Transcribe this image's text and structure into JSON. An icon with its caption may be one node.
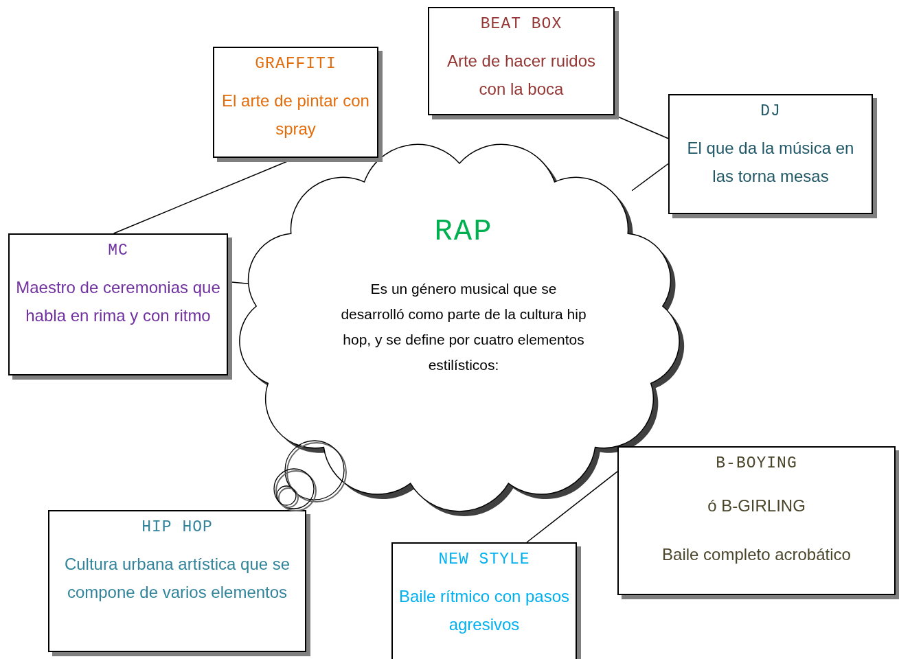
{
  "diagram": {
    "nodes": [
      {
        "text": [
          "RAP",
          "Es un género musical que se desarrolló como parte de la cultura hip hop, y se define por cuatro elementos estilísticos:"
        ]
      },
      {
        "text": [
          "GRAFFITI",
          "El arte de pintar con spray"
        ]
      },
      {
        "text": [
          "BEAT BOX",
          "Arte de hacer ruidos con la boca"
        ]
      },
      {
        "text": [
          "DJ",
          "El que da la música en las torna mesas"
        ]
      },
      {
        "text": [
          "MC",
          "Maestro de ceremonias que habla en rima y con ritmo"
        ]
      },
      {
        "text": [
          "B-BOYING",
          "ó B-GIRLING",
          "Baile completo acrobático"
        ]
      },
      {
        "text": [
          "HIP HOP",
          "Cultura urbana artística que se compone de varios elementos"
        ]
      },
      {
        "text": [
          "NEW STYLE",
          "Baile rítmico con pasos agresivos"
        ]
      }
    ],
    "edges": [
      {
        "from": 1,
        "to": 4,
        "arrow": "none"
      },
      {
        "from": 2,
        "to": 3,
        "arrow": "none"
      },
      {
        "from": 3,
        "to": 0,
        "arrow": "none"
      },
      {
        "from": 4,
        "to": 0,
        "arrow": "none"
      },
      {
        "from": 5,
        "to": 7,
        "arrow": "none"
      }
    ]
  }
}
